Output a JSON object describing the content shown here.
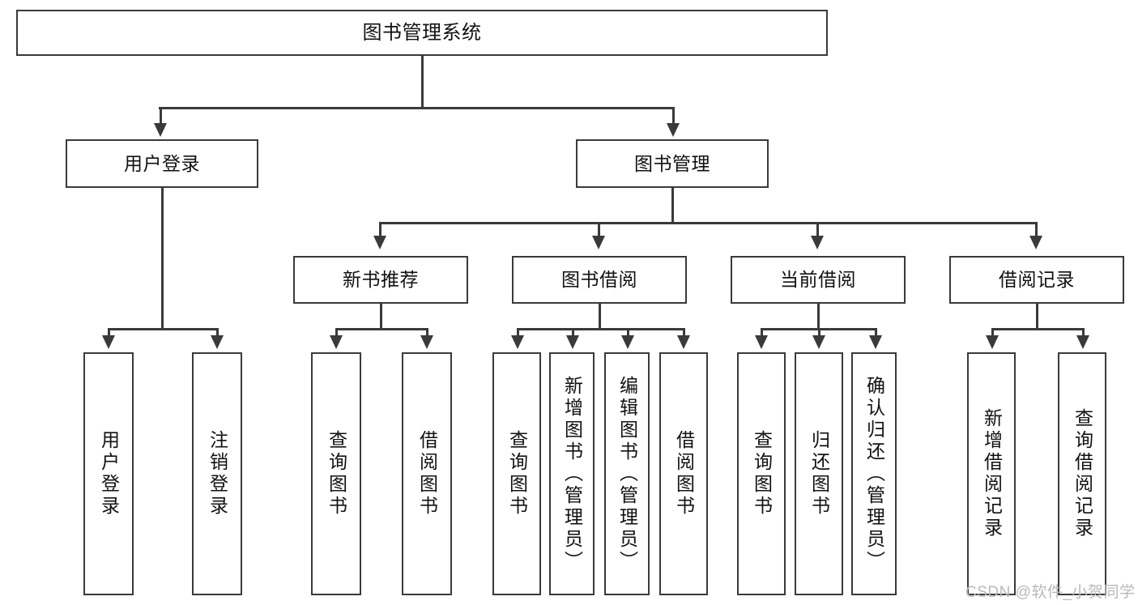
{
  "diagram": {
    "title": "图书管理系统",
    "type": "tree",
    "watermark": "CSDN @软件_小贺同学",
    "colors": {
      "stroke": "#3a3a3a",
      "fill": "#ffffff",
      "text": "#111111",
      "watermark": "#b9b9b9"
    },
    "nodes": {
      "root": {
        "label": "图书管理系统"
      },
      "level2": [
        {
          "label": "用户登录"
        },
        {
          "label": "图书管理"
        }
      ],
      "level3": [
        {
          "label": "新书推荐"
        },
        {
          "label": "图书借阅"
        },
        {
          "label": "当前借阅"
        },
        {
          "label": "借阅记录"
        }
      ],
      "leaves": {
        "user_login": [
          {
            "label": "用户登录"
          },
          {
            "label": "注销登录"
          }
        ],
        "new_book": [
          {
            "label": "查询图书"
          },
          {
            "label": "借阅图书"
          }
        ],
        "book_borrow": [
          {
            "label": "查询图书"
          },
          {
            "label": "新增图书（管理员）"
          },
          {
            "label": "编辑图书（管理员）"
          },
          {
            "label": "借阅图书"
          }
        ],
        "current_borrow": [
          {
            "label": "查询图书"
          },
          {
            "label": "归还图书"
          },
          {
            "label": "确认归还（管理员）"
          }
        ],
        "borrow_record": [
          {
            "label": "新增借阅记录"
          },
          {
            "label": "查询借阅记录"
          }
        ]
      }
    }
  }
}
